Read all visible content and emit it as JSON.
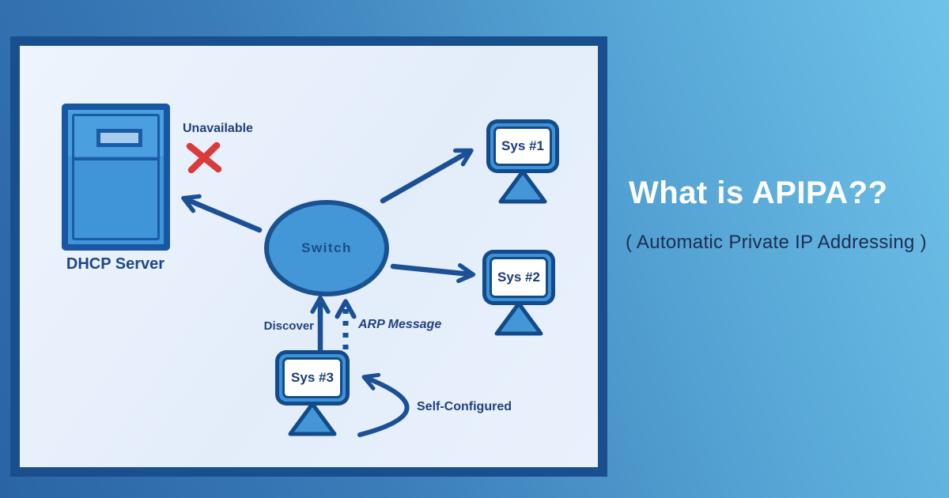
{
  "title": {
    "heading": "What is APIPA??",
    "subheading": "( Automatic Private IP Addressing )"
  },
  "diagram": {
    "dhcp_server_label": "DHCP Server",
    "unavailable_label": "Unavailable",
    "switch_label": "Switch",
    "systems": [
      {
        "label": "Sys #1"
      },
      {
        "label": "Sys #2"
      },
      {
        "label": "Sys #3"
      }
    ],
    "discover_label": "Discover",
    "arp_label": "ARP Message",
    "self_configured_label": "Self-Configured"
  },
  "icons": {
    "dhcp_server": "server-tower-shape",
    "switch": "ellipse-shape",
    "system": "monitor-with-stand-shape",
    "unavailable_x": "red-cross-strokes",
    "arrow_solid": "solid-arrow-with-v-head",
    "arrow_dashed": "dashed-arrow-with-v-head",
    "arrow_curved": "curved-arrow-with-v-head"
  },
  "colors": {
    "background_gradient_start": "#2a64a5",
    "background_gradient_end": "#6fc3e9",
    "panel_border": "#1a4f8e",
    "panel_background": "#e7effb",
    "shape_fill": "#4397d6",
    "shape_border": "#17509a",
    "monitor_dark": "#134a8c",
    "screen_white": "#ffffff",
    "label_text": "#21417c",
    "arrow_color": "#1b4f96",
    "unavailable_x": "#d93a3c",
    "heading_text": "#ffffff",
    "subheading_text": "#1d2e52"
  }
}
